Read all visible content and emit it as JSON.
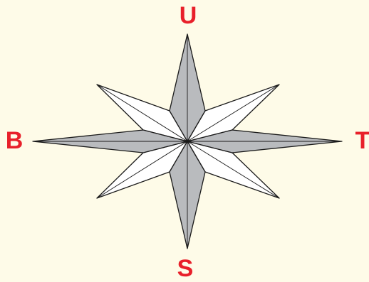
{
  "labels": {
    "north": "U",
    "south": "S",
    "west": "B",
    "east": "T"
  },
  "colors": {
    "background": "#fefbe8",
    "label": "#e8202a",
    "cardinal_fill": "#b9bbbe",
    "intercardinal_fill": "#ffffff",
    "stroke": "#1a1a1a"
  }
}
